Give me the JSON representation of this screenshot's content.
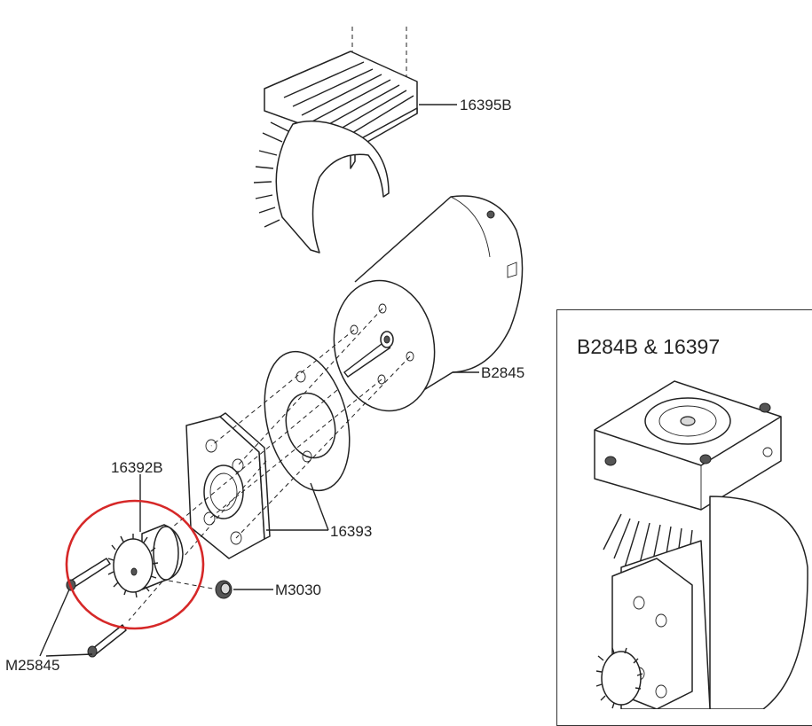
{
  "parts": {
    "heatsink": "16395B",
    "motor": "B2845",
    "spacer_and_mount": "16393",
    "pinion": "16392B",
    "set_screw": "M3030",
    "screws": "M25845"
  },
  "inset": {
    "title": "B284B & 16397"
  },
  "colors": {
    "line": "#222222",
    "highlight_circle": "#d62828",
    "background": "#ffffff"
  }
}
